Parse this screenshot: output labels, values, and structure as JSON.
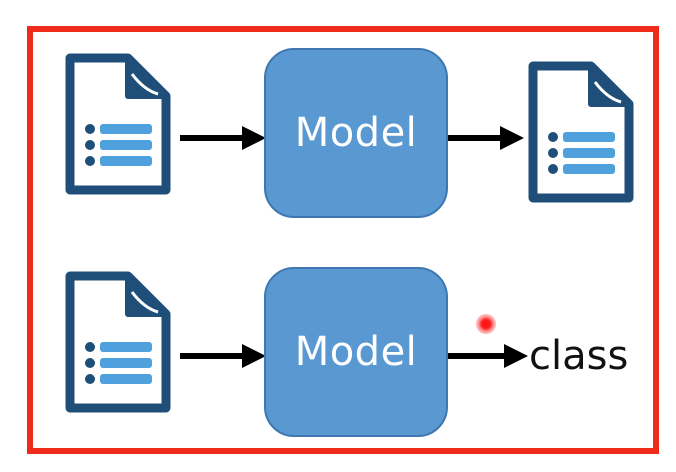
{
  "diagram": {
    "top_row": {
      "model_label": "Model"
    },
    "bottom_row": {
      "model_label": "Model",
      "output_label": "class"
    }
  },
  "colors": {
    "frame": "#ee2a1b",
    "model_fill": "#5a98d2",
    "doc_outline": "#1f4e79",
    "doc_lines": "#4ea1dc",
    "arrow": "#000000"
  },
  "icons": {
    "document": "document-list-icon",
    "arrow": "right-arrow-icon",
    "cursor": "cursor-highlight-icon"
  }
}
